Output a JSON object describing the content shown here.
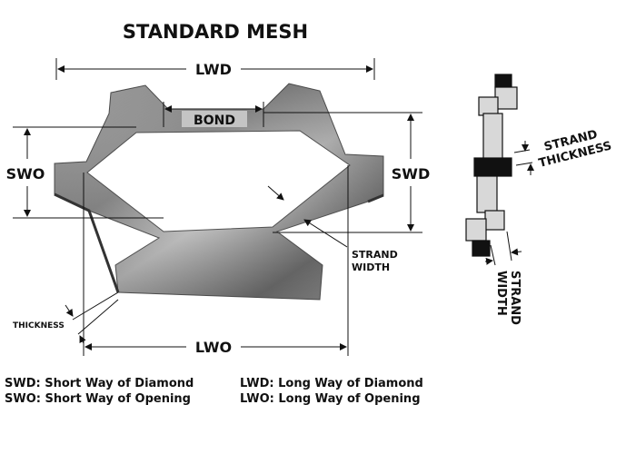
{
  "title": "STANDARD MESH",
  "labels": {
    "lwd": "LWD",
    "bond": "BOND",
    "swo": "SWO",
    "swd": "SWD",
    "strand_width": [
      "STRAND",
      "WIDTH"
    ],
    "thickness": "THICKNESS",
    "lwo": "LWO"
  },
  "side_labels": {
    "strand_thickness": [
      "STRAND",
      "THICKNESS"
    ],
    "strand_width": [
      "STRAND",
      "WIDTH"
    ]
  },
  "legend": {
    "swd": "SWD: Short Way of Diamond",
    "swo": "SWO: Short Way of Opening",
    "lwd": "LWD: Long Way of Diamond",
    "lwo": "LWO: Long Way of Opening"
  },
  "colors": {
    "metal_light": "#c8c8c8",
    "metal_dark": "#4a4a4a",
    "ink": "#111111",
    "block_light": "#d8d8d8"
  }
}
